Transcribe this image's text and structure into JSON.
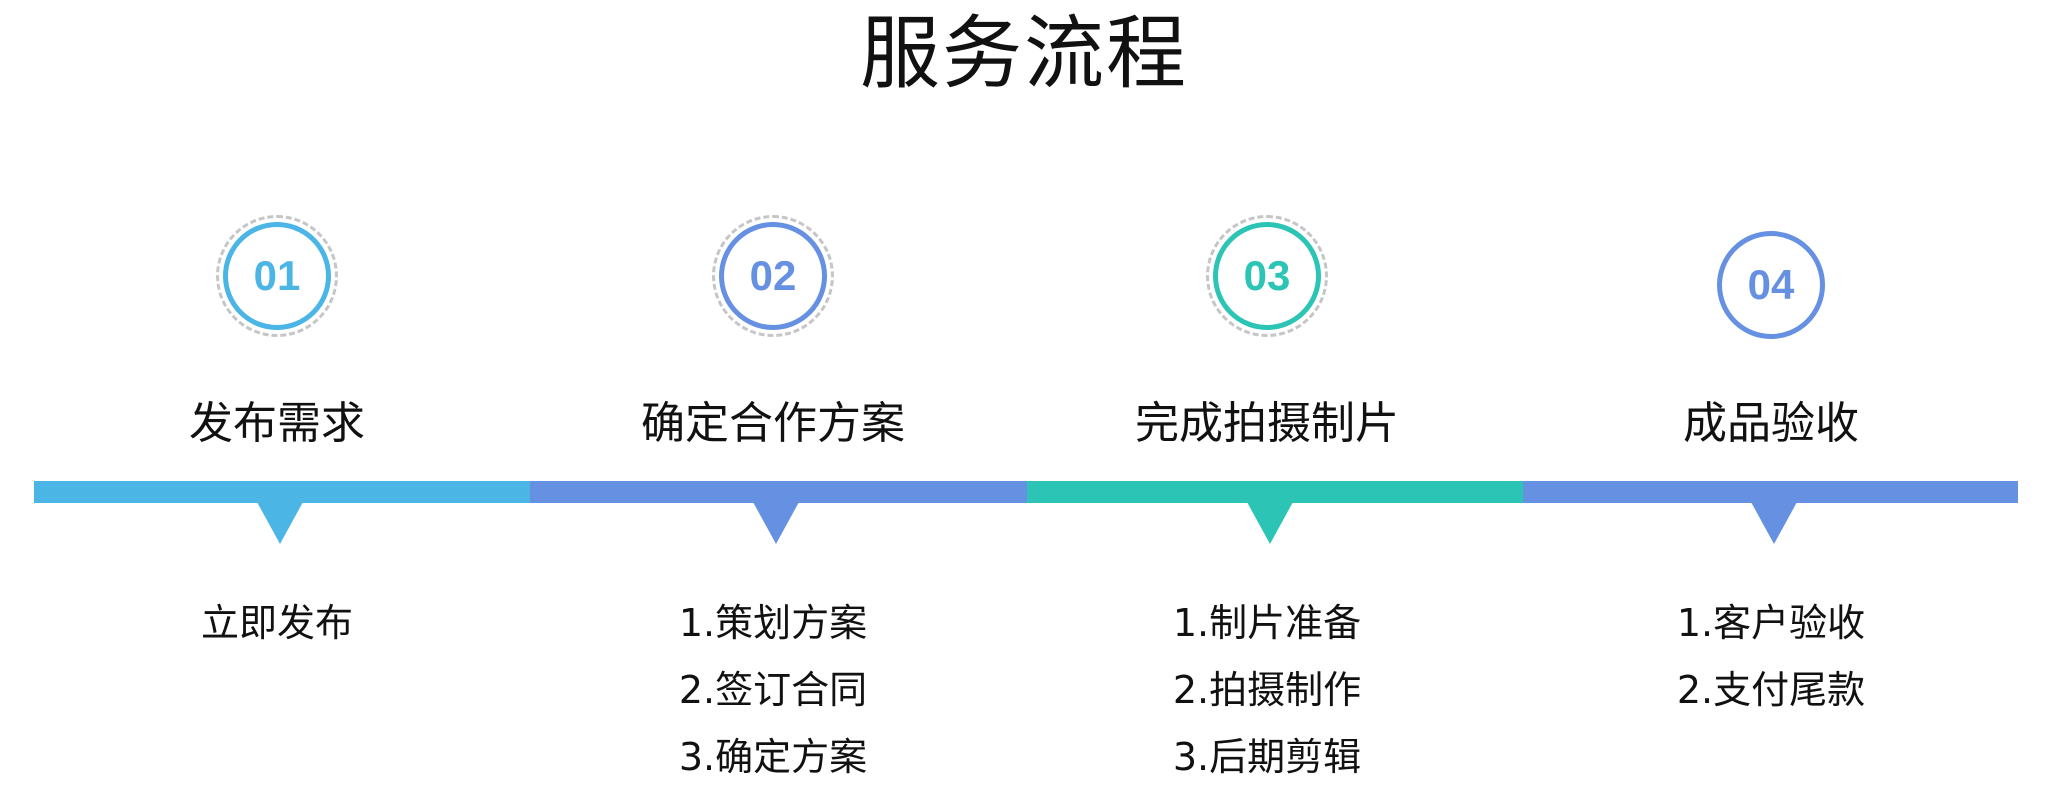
{
  "title": "服务流程",
  "steps": [
    {
      "number": "01",
      "heading": "发布需求",
      "color": "#4BB5E6",
      "dashed_ring": true,
      "items": [
        "立即发布"
      ]
    },
    {
      "number": "02",
      "heading": "确定合作方案",
      "color": "#6690E2",
      "dashed_ring": true,
      "items": [
        "1.策划方案",
        "2.签订合同",
        "3.确定方案"
      ]
    },
    {
      "number": "03",
      "heading": "完成拍摄制片",
      "color": "#2CC4B5",
      "dashed_ring": true,
      "items": [
        "1.制片准备",
        "2.拍摄制作",
        "3.后期剪辑"
      ]
    },
    {
      "number": "04",
      "heading": "成品验收",
      "color": "#6690E2",
      "dashed_ring": false,
      "items": [
        "1.客户验收",
        "2.支付尾款"
      ]
    }
  ]
}
